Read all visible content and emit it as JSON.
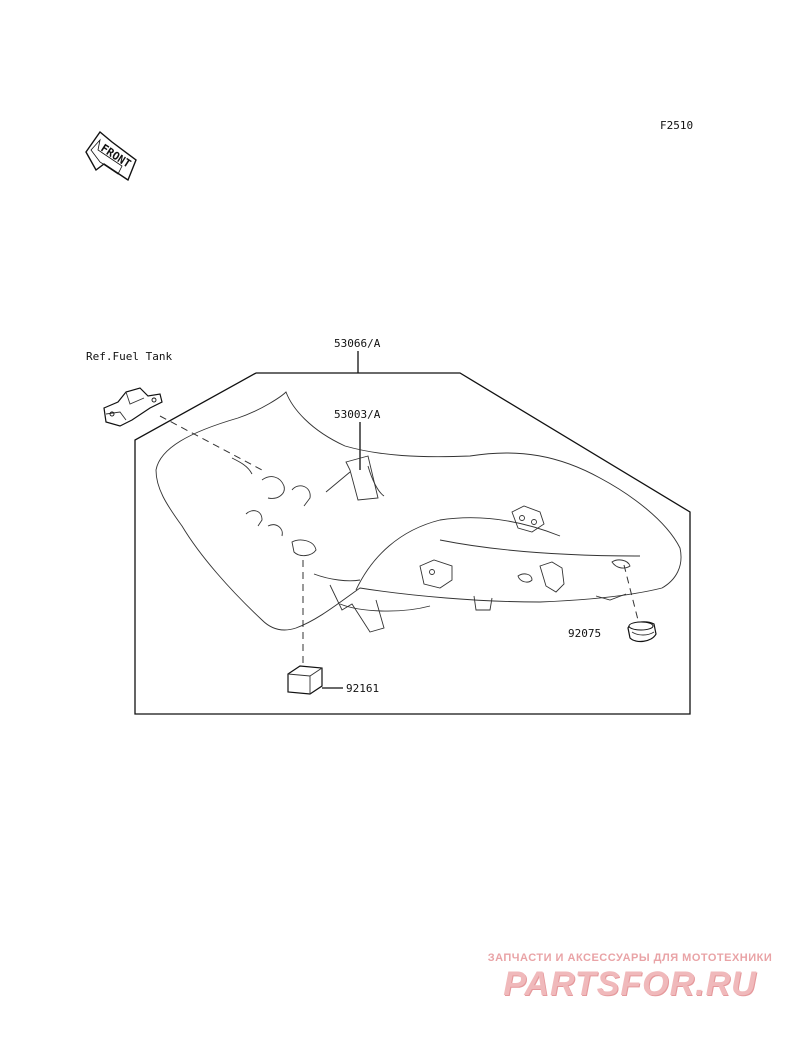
{
  "diagram": {
    "code": "F2510",
    "front_arrow_text": "FRONT",
    "labels": {
      "seat_assembly": "53066/A",
      "seat_cover": "53003/A",
      "ref_fuel_tank": "Ref.Fuel Tank",
      "damper": "92075",
      "pad": "92161"
    }
  },
  "watermark": {
    "caption": "ЗАПЧАСТИ И АКСЕССУАРЫ ДЛЯ МОТОТЕХНИКИ",
    "logo": "PARTSFOR.RU"
  }
}
